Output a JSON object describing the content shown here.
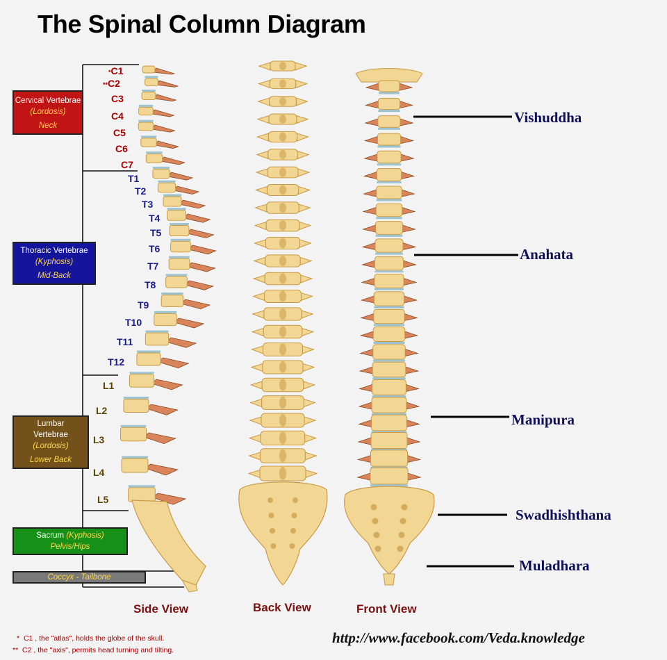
{
  "title": "The Spinal Column Diagram",
  "vertebrae": {
    "cervical": [
      {
        "label": "C1",
        "prefix": "*"
      },
      {
        "label": "C2",
        "prefix": "**"
      },
      {
        "label": "C3",
        "prefix": ""
      },
      {
        "label": "C4",
        "prefix": ""
      },
      {
        "label": "C5",
        "prefix": ""
      },
      {
        "label": "C6",
        "prefix": ""
      },
      {
        "label": "C7",
        "prefix": ""
      }
    ],
    "thoracic": [
      "T1",
      "T2",
      "T3",
      "T4",
      "T5",
      "T6",
      "T7",
      "T8",
      "T9",
      "T10",
      "T11",
      "T12"
    ],
    "lumbar": [
      "L1",
      "L2",
      "L3",
      "L4",
      "L5"
    ]
  },
  "regions": {
    "cervical": {
      "name": "Cervical Vertebrae",
      "curve": "(Lordosis)",
      "area": "Neck"
    },
    "thoracic": {
      "name": "Thoracic Vertebrae",
      "curve": "(Kyphosis)",
      "area": "Mid-Back"
    },
    "lumbar": {
      "name1": "Lumbar",
      "name2": "Vertebrae",
      "curve": "(Lordosis)",
      "area": "Lower Back"
    },
    "sacrum": {
      "name": "Sacrum",
      "curve": "(Kyphosis)",
      "area": "Pelvis/Hips"
    },
    "coccyx": {
      "name": "Coccyx - Tailbone"
    }
  },
  "views": {
    "side": "Side View",
    "back": "Back View",
    "front": "Front View"
  },
  "chakras": [
    "Vishuddha",
    "Anahata",
    "Manipura",
    "Swadhishthana",
    "Muladhara"
  ],
  "footnotes": {
    "c1_marker": "*",
    "c1": "C1 , the \"atlas\", holds the globe of the skull.",
    "c2_marker": "**",
    "c2": "C2 , the \"axis\", permits head turning and tilting."
  },
  "url": "http://www.facebook.com/Veda.knowledge",
  "colors": {
    "bone": "#f2d693",
    "bone_dark": "#c89a45",
    "process": "#d9845a",
    "disc": "#9cc3cf",
    "cervical_box": "#c11414",
    "thoracic_box": "#14149c",
    "lumbar_box": "#72521a",
    "sacrum_box": "#179017",
    "coccyx_box": "#7a7a7a"
  }
}
